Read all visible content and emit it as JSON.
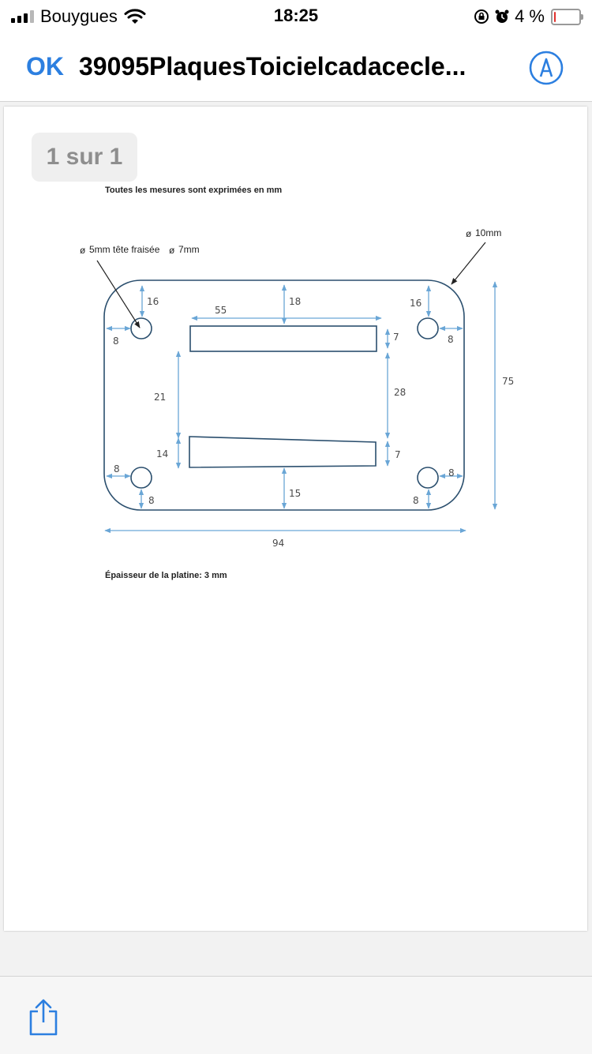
{
  "status_bar": {
    "carrier": "Bouygues",
    "time": "18:25",
    "battery_percent": "4 %",
    "icons": [
      "signal-icon",
      "wifi-icon",
      "rotation-lock-icon",
      "alarm-icon",
      "battery-icon"
    ]
  },
  "nav": {
    "done_label": "OK",
    "title": "39095PlaquesToicielcadacecle...",
    "markup_icon": "markup-pen-icon"
  },
  "document": {
    "page_indicator": "1 sur 1",
    "note_top": "Toutes les mesures sont exprimées en mm",
    "callout_left": "5mm tête fraisée",
    "callout_left_2": "7mm",
    "callout_right": "10mm",
    "diameter_symbol": "ø",
    "thickness_note": "Épaisseur de la platine:  3 mm",
    "dimensions": {
      "hole_tl_top": "16",
      "hole_tl_side": "8",
      "slot_length": "55",
      "top_margin": "18",
      "hole_tr_top": "16",
      "hole_tr_side": "8",
      "slot_height_top": "7",
      "inner_gap": "21",
      "slot_spacing": "28",
      "overall_height": "75",
      "left_offset": "14",
      "slot_height_bottom": "7",
      "hole_bl_side": "8",
      "hole_bl_bottom": "8",
      "bottom_margin": "15",
      "hole_br_bottom": "8",
      "hole_br_side": "8",
      "overall_width": "94"
    }
  },
  "colors": {
    "accent": "#2c7fe0",
    "dimension_line": "#6aa6d6",
    "outline": "#2b4f6e"
  },
  "toolbar": {
    "share_icon": "share-icon"
  }
}
